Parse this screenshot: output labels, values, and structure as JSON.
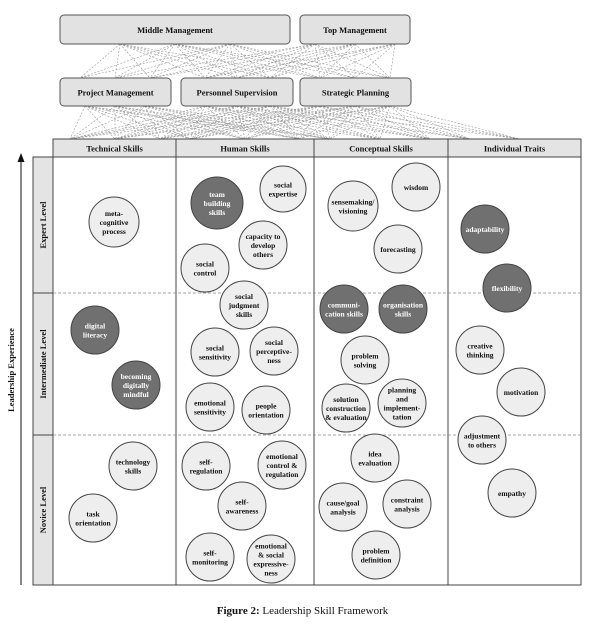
{
  "management": {
    "top": [
      "Middle Management",
      "Top Management"
    ],
    "middle": [
      "Project Management",
      "Personnel Supervision",
      "Strategic Planning"
    ]
  },
  "columns": [
    "Technical Skills",
    "Human Skills",
    "Conceptual Skills",
    "Individual Traits"
  ],
  "rows": [
    "Expert Level",
    "Intermediate Level",
    "Novice Level"
  ],
  "y_axis_label": "Leadership Experience",
  "colors": {
    "dark": "#707070",
    "light": "#eeeeee",
    "header": "#e4e4e4",
    "stroke": "#444444"
  },
  "skills": [
    {
      "id": "meta-cognitive-process",
      "lines": [
        "meta-",
        "cognitive",
        "process"
      ],
      "shade": "light"
    },
    {
      "id": "team-building-skills",
      "lines": [
        "team",
        "building",
        "skills"
      ],
      "shade": "dark"
    },
    {
      "id": "social-expertise",
      "lines": [
        "social",
        "expertise"
      ],
      "shade": "light"
    },
    {
      "id": "capacity-to-develop-others",
      "lines": [
        "capacity to",
        "develop",
        "others"
      ],
      "shade": "light"
    },
    {
      "id": "social-control",
      "lines": [
        "social",
        "control"
      ],
      "shade": "light"
    },
    {
      "id": "sensemaking-visioning",
      "lines": [
        "sensemaking/",
        "visioning"
      ],
      "shade": "light"
    },
    {
      "id": "wisdom",
      "lines": [
        "wisdom"
      ],
      "shade": "light"
    },
    {
      "id": "forecasting",
      "lines": [
        "forecasting"
      ],
      "shade": "light"
    },
    {
      "id": "adaptability",
      "lines": [
        "adaptability"
      ],
      "shade": "dark"
    },
    {
      "id": "flexibility",
      "lines": [
        "flexibility"
      ],
      "shade": "dark"
    },
    {
      "id": "digital-literacy",
      "lines": [
        "digital",
        "literacy"
      ],
      "shade": "dark"
    },
    {
      "id": "becoming-digitally-mindful",
      "lines": [
        "becoming",
        "digitally",
        "mindful"
      ],
      "shade": "dark"
    },
    {
      "id": "social-judgment-skills",
      "lines": [
        "social",
        "judgment",
        "skills"
      ],
      "shade": "light"
    },
    {
      "id": "social-sensitivity",
      "lines": [
        "social",
        "sensitivity"
      ],
      "shade": "light"
    },
    {
      "id": "social-perceptiveness",
      "lines": [
        "social",
        "perceptive-",
        "ness"
      ],
      "shade": "light"
    },
    {
      "id": "emotional-sensitivity",
      "lines": [
        "emotional",
        "sensitivity"
      ],
      "shade": "light"
    },
    {
      "id": "people-orientation",
      "lines": [
        "people",
        "orientation"
      ],
      "shade": "light"
    },
    {
      "id": "communication-skills",
      "lines": [
        "communi-",
        "cation skills"
      ],
      "shade": "dark"
    },
    {
      "id": "organisation-skills",
      "lines": [
        "organisation",
        "skills"
      ],
      "shade": "dark"
    },
    {
      "id": "problem-solving",
      "lines": [
        "problem",
        "solving"
      ],
      "shade": "light"
    },
    {
      "id": "solution-construction-evaluation",
      "lines": [
        "solution",
        "construction",
        "& evaluation"
      ],
      "shade": "light"
    },
    {
      "id": "planning-and-implementation",
      "lines": [
        "planning",
        "and",
        "implement-",
        "tation"
      ],
      "shade": "light"
    },
    {
      "id": "creative-thinking",
      "lines": [
        "creative",
        "thinking"
      ],
      "shade": "light"
    },
    {
      "id": "motivation",
      "lines": [
        "motivation"
      ],
      "shade": "light"
    },
    {
      "id": "technology-skills",
      "lines": [
        "technology",
        "skills"
      ],
      "shade": "light"
    },
    {
      "id": "task-orientation",
      "lines": [
        "task",
        "orientation"
      ],
      "shade": "light"
    },
    {
      "id": "self-regulation",
      "lines": [
        "self-",
        "regulation"
      ],
      "shade": "light"
    },
    {
      "id": "emotional-control-regulation",
      "lines": [
        "emotional",
        "control &",
        "regulation"
      ],
      "shade": "light"
    },
    {
      "id": "self-awareness",
      "lines": [
        "self-",
        "awareness"
      ],
      "shade": "light"
    },
    {
      "id": "self-monitoring",
      "lines": [
        "self-",
        "monitoring"
      ],
      "shade": "light"
    },
    {
      "id": "emotional-social-expressiveness",
      "lines": [
        "emotional",
        "& social",
        "expressive-",
        "ness"
      ],
      "shade": "light"
    },
    {
      "id": "idea-evaluation",
      "lines": [
        "idea",
        "evaluation"
      ],
      "shade": "light"
    },
    {
      "id": "cause-goal-analysis",
      "lines": [
        "cause/goal",
        "analysis"
      ],
      "shade": "light"
    },
    {
      "id": "constraint-analysis",
      "lines": [
        "constraint",
        "analysis"
      ],
      "shade": "light"
    },
    {
      "id": "problem-definition",
      "lines": [
        "problem",
        "definition"
      ],
      "shade": "light"
    },
    {
      "id": "adjustment-to-others",
      "lines": [
        "adjustment",
        "to others"
      ],
      "shade": "light"
    },
    {
      "id": "empathy",
      "lines": [
        "empathy"
      ],
      "shade": "light"
    }
  ],
  "caption": {
    "label": "Figure 2:",
    "text": " Leadership Skill Framework"
  }
}
